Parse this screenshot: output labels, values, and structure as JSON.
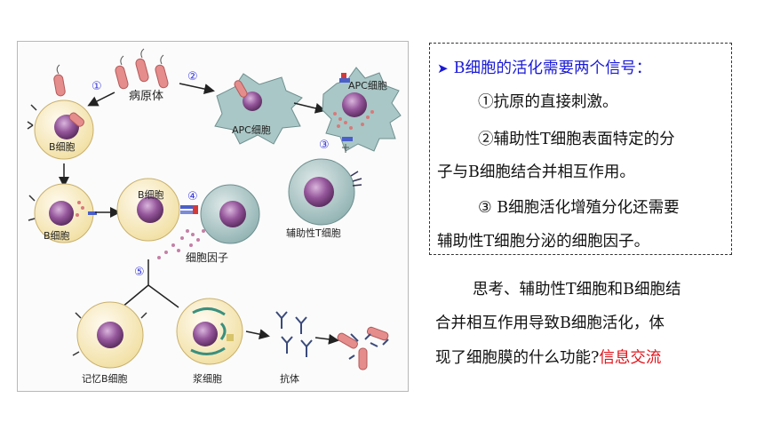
{
  "diagram": {
    "labels": {
      "pathogen": "病原体",
      "b_cell": "B细胞",
      "apc_cell": "APC细胞",
      "helper_t_cell": "辅助性T细胞",
      "cytokine": "细胞因子",
      "memory_b_cell": "记忆B细胞",
      "plasma_cell": "浆细胞",
      "antibody": "抗体"
    },
    "steps": [
      "①",
      "②",
      "③",
      "④",
      "⑤"
    ]
  },
  "info": {
    "heading": "B细胞的活化需要两个信号：",
    "line1": "①抗原的直接刺激。",
    "line2a": "②辅助性T细胞表面特定的分",
    "line2b": "子与B细胞结合并相互作用。",
    "line3a": "③ B细胞活化增殖分化还需要",
    "line3b": "辅助性T细胞分泌的细胞因子。"
  },
  "question": {
    "line1": "思考、辅助性T细胞和B细胞结",
    "line2": "合并相互作用导致B细胞活化，体",
    "line3_prefix": "现了细胞膜的什么功能?",
    "answer": "信息交流"
  },
  "colors": {
    "heading": "#1a1ad6",
    "answer": "#e0141b",
    "step_number": "#3a3ae0",
    "b_cell_fill": "#f7eab8",
    "nucleus": "#8e4f8e",
    "apc_fill": "#a9c7c6",
    "pathogen": "#e58c8c"
  }
}
